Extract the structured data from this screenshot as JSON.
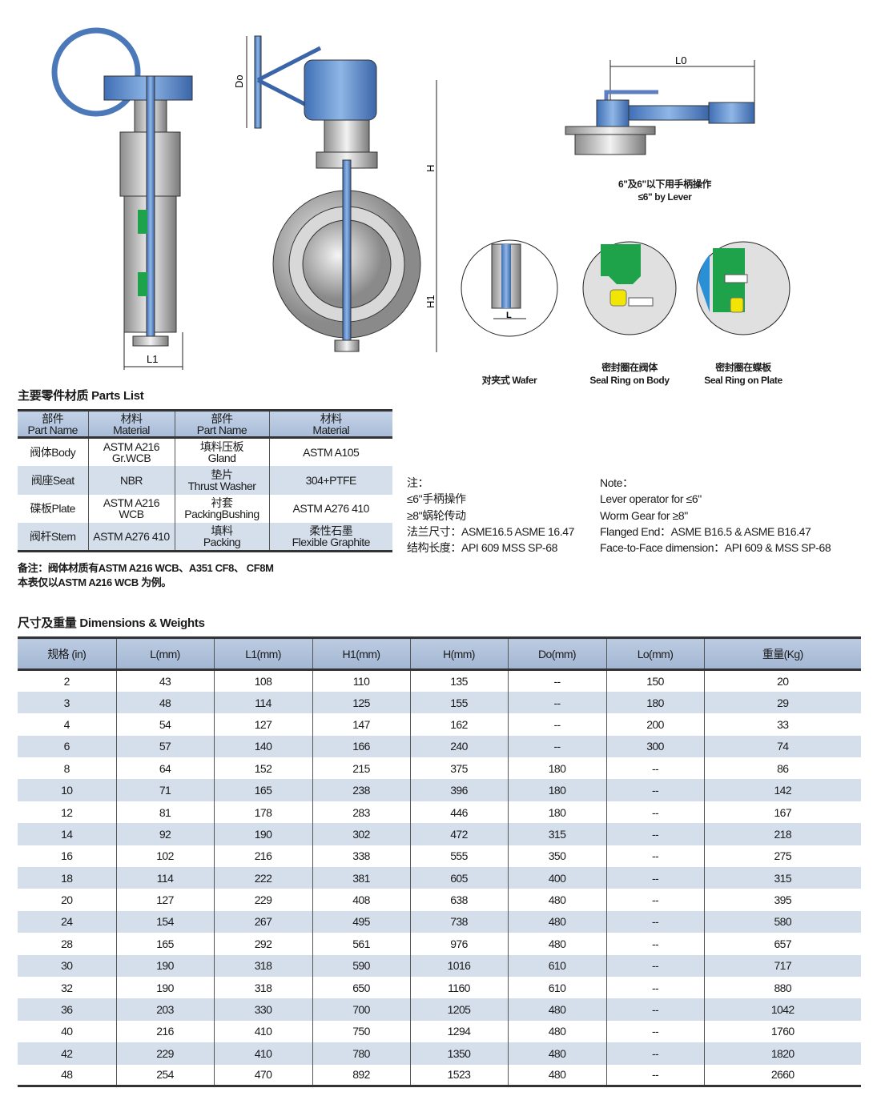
{
  "drawing_labels": {
    "L1": "L1",
    "Do": "Do",
    "H": "H",
    "H1": "H1",
    "L0": "L0",
    "L": "L"
  },
  "captions": {
    "lever_cn": "6\"及6\"以下用手柄操作",
    "lever_en": "≤6\" by Lever",
    "wafer": "对夹式 Wafer",
    "seal_body_cn": "密封圈在阀体",
    "seal_body_en": "Seal Ring on Body",
    "seal_plate_cn": "密封圈在蝶板",
    "seal_plate_en": "Seal Ring on Plate"
  },
  "colors": {
    "header_blue": "#a9bcd8",
    "row_blue": "#d5dfec",
    "actuator_blue": "#5d8fd0",
    "seal_green": "#1fa34a",
    "seal_yellow": "#f2e600"
  },
  "parts_list": {
    "title": "主要零件材质 Parts List",
    "headers": [
      {
        "cn": "部件",
        "en": "Part Name"
      },
      {
        "cn": "材料",
        "en": "Material"
      },
      {
        "cn": "部件",
        "en": "Part Name"
      },
      {
        "cn": "材料",
        "en": "Material"
      }
    ],
    "rows": [
      [
        "阀体Body",
        "ASTM A216|Gr.WCB",
        "填料压板|Gland",
        "ASTM A105"
      ],
      [
        "阀座Seat",
        "NBR",
        "垫片|Thrust Washer",
        "304+PTFE"
      ],
      [
        "碟板Plate",
        "ASTM A216|WCB",
        "衬套|PackingBushing",
        "ASTM A276 410"
      ],
      [
        "阀杆Stem",
        "ASTM A276 410",
        "填料|Packing",
        "柔性石墨|Flexible Graphite"
      ]
    ],
    "remarks": [
      "备注：阀体材质有ASTM A216 WCB、A351 CF8、 CF8M",
      "本表仅以ASTM A216 WCB 为例。"
    ]
  },
  "notes": {
    "cn": [
      "注：",
      "≤6\"手柄操作",
      "≥8\"蜗轮传动",
      "法兰尺寸：ASME16.5 ASME 16.47",
      "结构长度：API 609 MSS SP-68"
    ],
    "en": [
      "Note：",
      "Lever operator for ≤6\"",
      "Worm Gear for ≥8\"",
      "Flanged End：ASME B16.5 & ASME B16.47",
      "Face-to-Face dimension：API 609 & MSS SP-68"
    ]
  },
  "dimensions": {
    "title": "尺寸及重量 Dimensions & Weights",
    "headers": [
      "规格 (in)",
      "L(mm)",
      "L1(mm)",
      "H1(mm)",
      "H(mm)",
      "Do(mm)",
      "Lo(mm)",
      "重量(Kg)"
    ],
    "rows": [
      [
        "2",
        "43",
        "108",
        "110",
        "135",
        "--",
        "150",
        "20"
      ],
      [
        "3",
        "48",
        "114",
        "125",
        "155",
        "--",
        "180",
        "29"
      ],
      [
        "4",
        "54",
        "127",
        "147",
        "162",
        "--",
        "200",
        "33"
      ],
      [
        "6",
        "57",
        "140",
        "166",
        "240",
        "--",
        "300",
        "74"
      ],
      [
        "8",
        "64",
        "152",
        "215",
        "375",
        "180",
        "--",
        "86"
      ],
      [
        "10",
        "71",
        "165",
        "238",
        "396",
        "180",
        "--",
        "142"
      ],
      [
        "12",
        "81",
        "178",
        "283",
        "446",
        "180",
        "--",
        "167"
      ],
      [
        "14",
        "92",
        "190",
        "302",
        "472",
        "315",
        "--",
        "218"
      ],
      [
        "16",
        "102",
        "216",
        "338",
        "555",
        "350",
        "--",
        "275"
      ],
      [
        "18",
        "114",
        "222",
        "381",
        "605",
        "400",
        "--",
        "315"
      ],
      [
        "20",
        "127",
        "229",
        "408",
        "638",
        "480",
        "--",
        "395"
      ],
      [
        "24",
        "154",
        "267",
        "495",
        "738",
        "480",
        "--",
        "580"
      ],
      [
        "28",
        "165",
        "292",
        "561",
        "976",
        "480",
        "--",
        "657"
      ],
      [
        "30",
        "190",
        "318",
        "590",
        "1016",
        "610",
        "--",
        "717"
      ],
      [
        "32",
        "190",
        "318",
        "650",
        "1160",
        "610",
        "--",
        "880"
      ],
      [
        "36",
        "203",
        "330",
        "700",
        "1205",
        "480",
        "--",
        "1042"
      ],
      [
        "40",
        "216",
        "410",
        "750",
        "1294",
        "480",
        "--",
        "1760"
      ],
      [
        "42",
        "229",
        "410",
        "780",
        "1350",
        "480",
        "--",
        "1820"
      ],
      [
        "48",
        "254",
        "470",
        "892",
        "1523",
        "480",
        "--",
        "2660"
      ]
    ]
  }
}
